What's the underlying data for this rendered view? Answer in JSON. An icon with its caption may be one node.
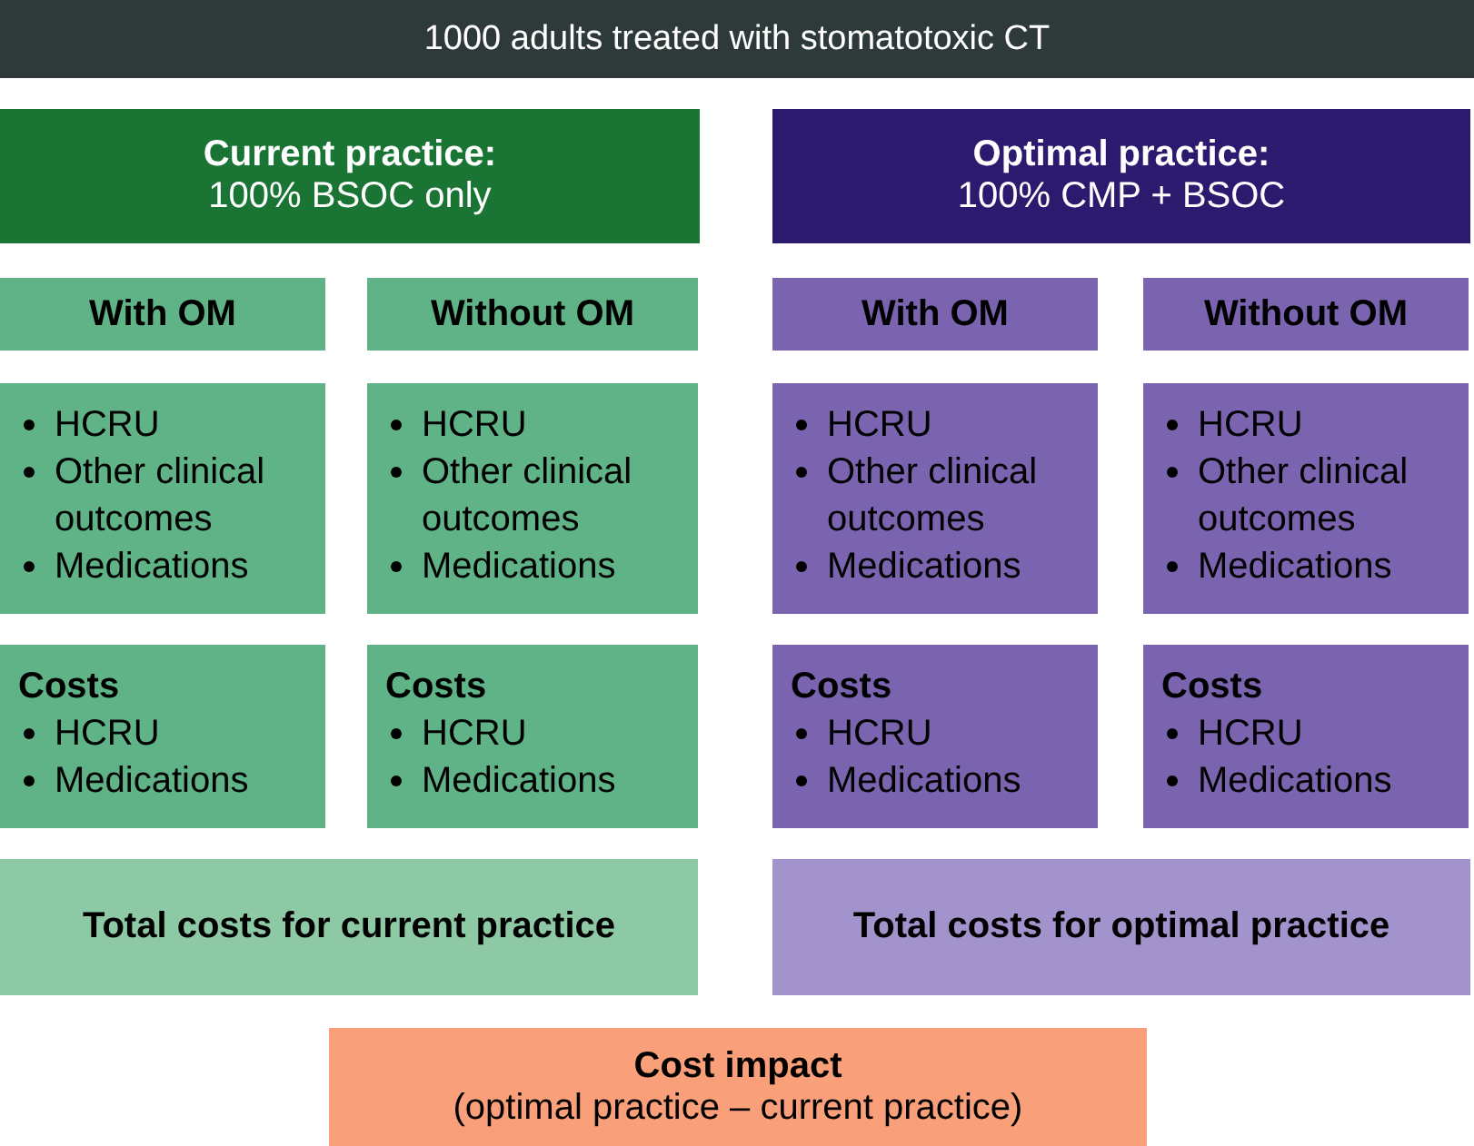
{
  "diagram": {
    "nodes": [
      {
        "text": [
          "1000 adults treated with stomatotoxic CT"
        ]
      },
      {
        "text": [
          "Current practice:",
          "100% BSOC only"
        ]
      },
      {
        "text": [
          "Optimal practice:",
          "100% CMP + BSOC"
        ]
      },
      {
        "text": [
          "With OM"
        ]
      },
      {
        "text": [
          "Without OM"
        ]
      },
      {
        "text": [
          "With OM"
        ]
      },
      {
        "text": [
          "Without OM"
        ]
      },
      {
        "text": [
          "HCRU",
          "Other clinical outcomes",
          "Medications"
        ]
      },
      {
        "text": [
          "HCRU",
          "Other clinical outcomes",
          "Medications"
        ]
      },
      {
        "text": [
          "HCRU",
          "Other clinical outcomes",
          "Medications"
        ]
      },
      {
        "text": [
          "HCRU",
          "Other clinical outcomes",
          "Medications"
        ]
      },
      {
        "text": [
          "Costs",
          "HCRU",
          "Medications"
        ]
      },
      {
        "text": [
          "Costs",
          "HCRU",
          "Medications"
        ]
      },
      {
        "text": [
          "Costs",
          "HCRU",
          "Medications"
        ]
      },
      {
        "text": [
          "Costs",
          "HCRU",
          "Medications"
        ]
      },
      {
        "text": [
          "Total costs for current practice"
        ]
      },
      {
        "text": [
          "Total costs for optimal practice"
        ]
      },
      {
        "text": [
          "Cost impact",
          "(optimal practice – current practice)"
        ]
      }
    ],
    "edges": []
  }
}
